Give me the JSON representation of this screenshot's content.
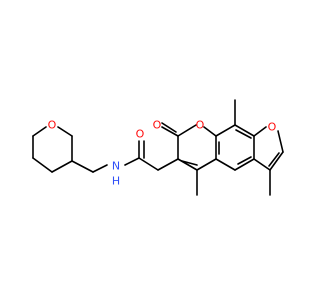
{
  "molecule": {
    "colors": {
      "bond": "#000000",
      "oxygen": "#ff0d0d",
      "nitrogen": "#3050f8",
      "background": "#ffffff"
    },
    "atoms": [
      {
        "id": "O_ring",
        "label": "O",
        "element": "O"
      },
      {
        "id": "O_carbonyl",
        "label": "O",
        "element": "O"
      },
      {
        "id": "O_lactone",
        "label": "O",
        "element": "O"
      },
      {
        "id": "O_furan",
        "label": "O",
        "element": "O"
      },
      {
        "id": "O_amide",
        "label": "O",
        "element": "O"
      },
      {
        "id": "N_amide",
        "label": "N",
        "element": "N"
      },
      {
        "id": "H_amide",
        "label": "H",
        "element": "H"
      }
    ]
  }
}
